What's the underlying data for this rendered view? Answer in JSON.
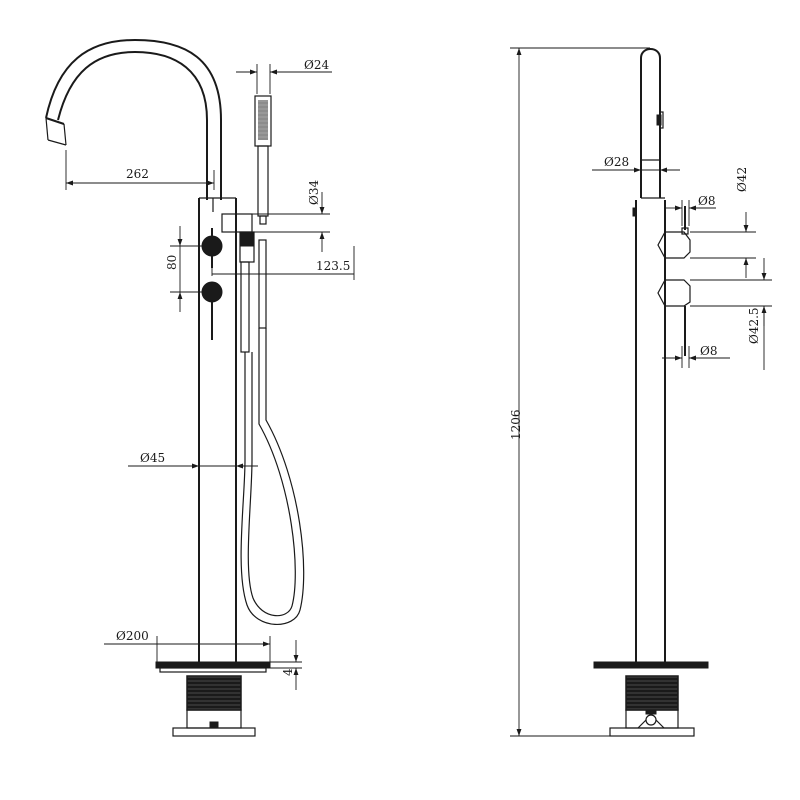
{
  "front_view": {
    "spout_reach": "262",
    "handshower_diameter": "Ø24",
    "bracket_diameter": "Ø34",
    "handle_spacing": "80",
    "bracket_offset": "123.5",
    "column_diameter": "Ø45",
    "base_diameter": "Ø200",
    "base_thickness": "4"
  },
  "side_view": {
    "overall_height": "1206",
    "upper_column_diameter": "Ø28",
    "lever_diameter_top": "Ø8",
    "handle_body_diameter": "Ø42",
    "handle_knob_diameter": "Ø42.5",
    "lever_diameter_bottom": "Ø8"
  }
}
